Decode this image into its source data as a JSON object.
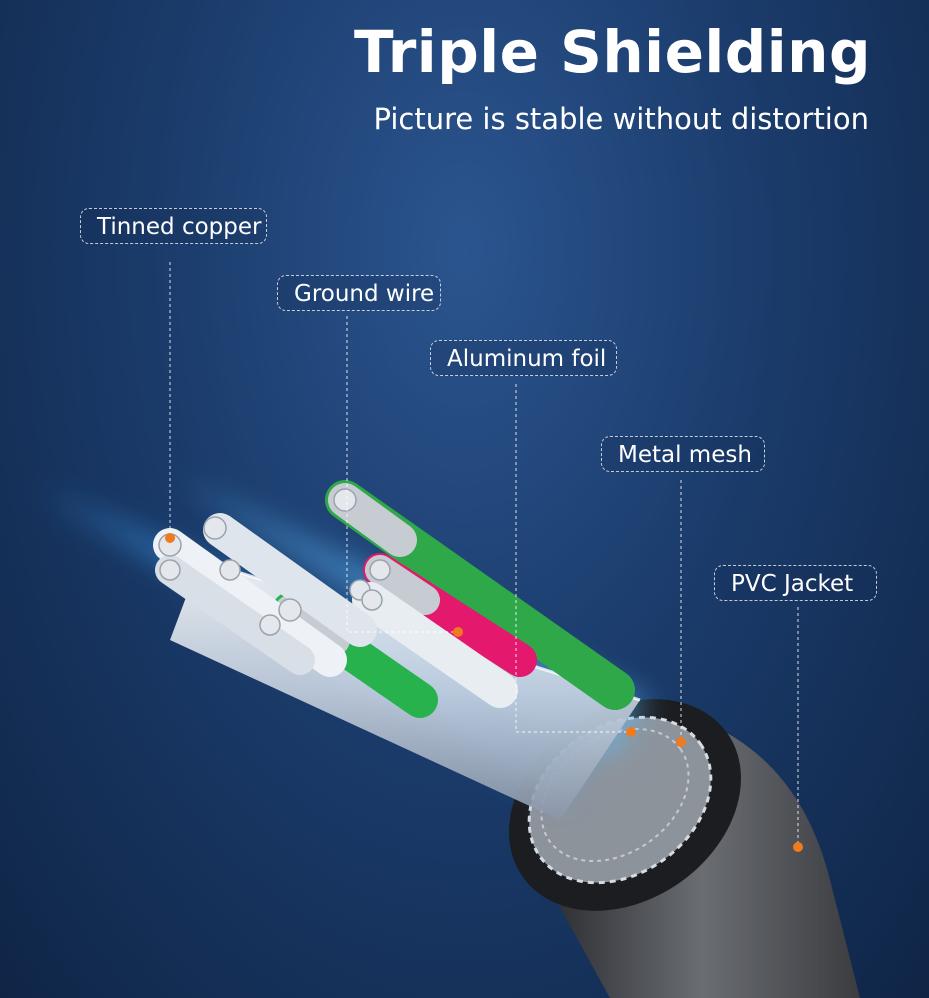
{
  "heading": {
    "title": "Triple Shielding",
    "subtitle": "Picture is stable without distortion"
  },
  "callouts": {
    "tinned_copper": "Tinned copper",
    "ground_wire": "Ground wire",
    "aluminum_foil": "Aluminum foil",
    "metal_mesh": "Metal mesh",
    "pvc_jacket": "PVC Jacket"
  },
  "colors": {
    "background": "#1b3c6c",
    "marker": "#f07a1e",
    "glow": "#3fa8ff",
    "jacket": "#4a4d52"
  }
}
